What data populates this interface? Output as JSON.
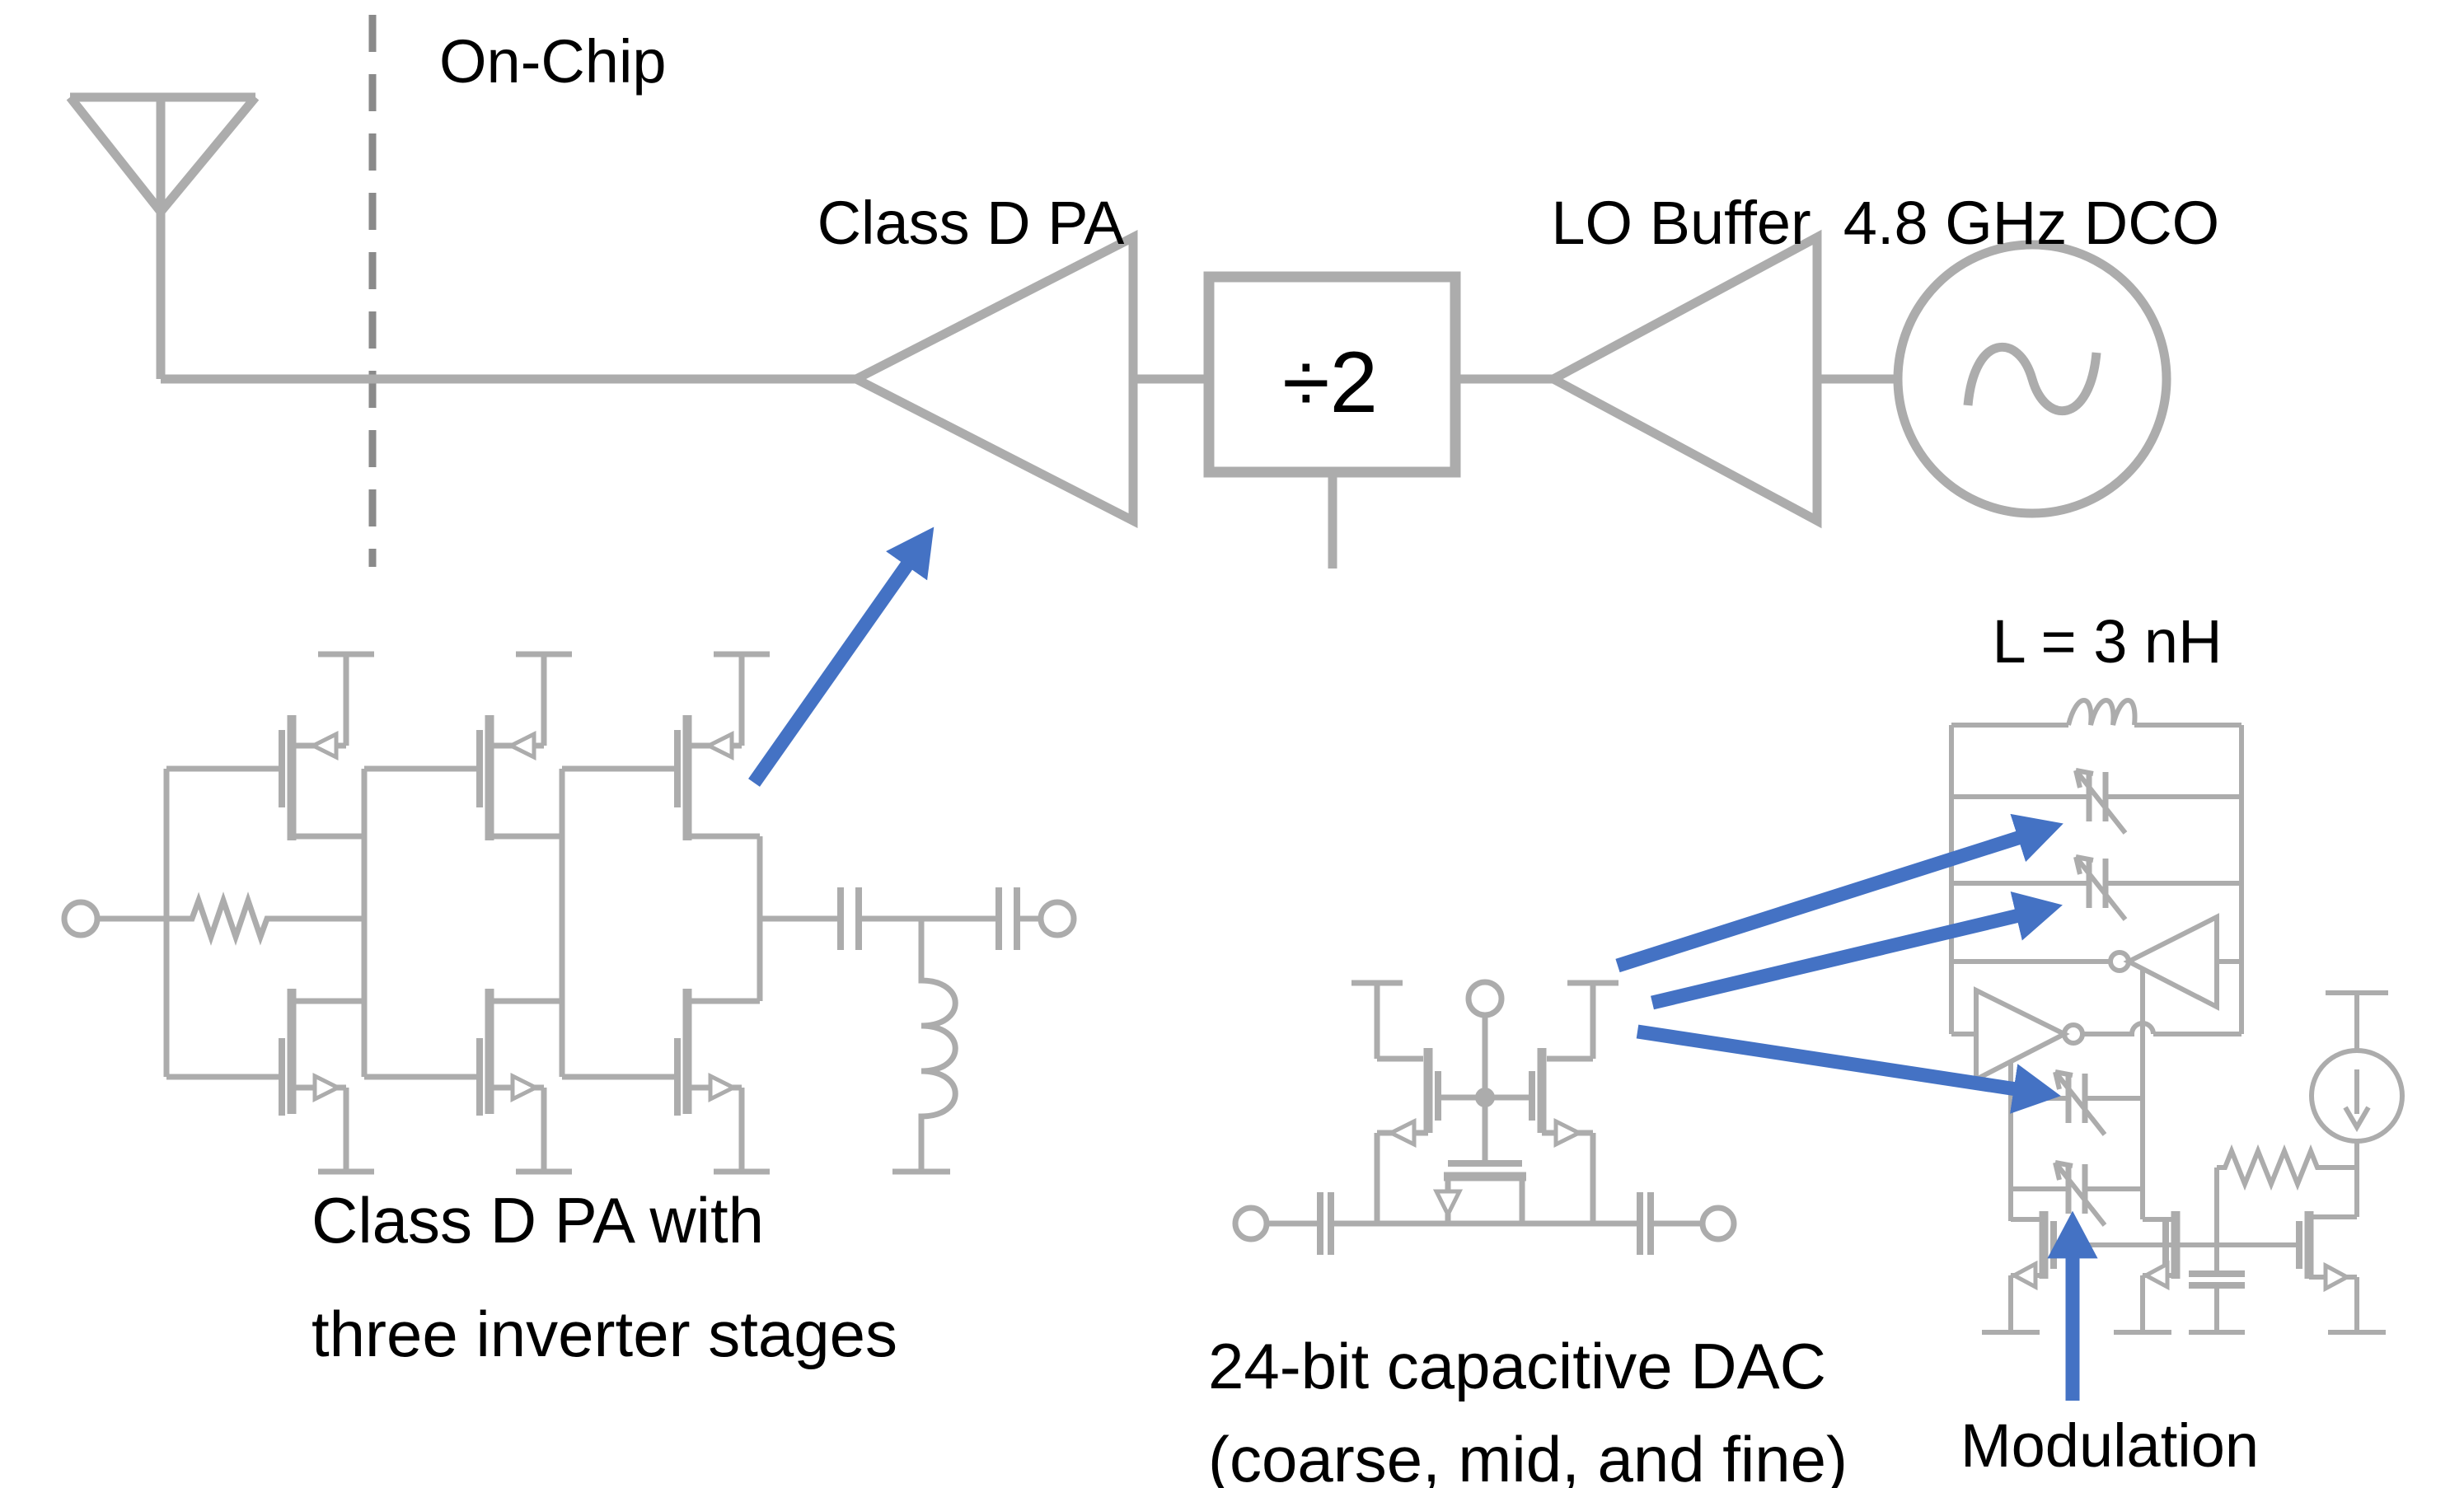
{
  "page": {
    "background": "#ffffff"
  },
  "colors": {
    "circuit_gray": "#ACACAC",
    "boundary_gray": "#8A8A8A",
    "arrow_blue": "#4472C4",
    "label_black": "#000000"
  },
  "block_diagram": {
    "boundary_label": "On-Chip",
    "pa_label": "Class D PA",
    "divider_label": "÷2",
    "lo_buffer_label": "LO Buffer",
    "dco_label": "4.8 GHz DCO"
  },
  "pa_schematic": {
    "caption_line1": "Class D PA with",
    "caption_line2": "three inverter stages"
  },
  "dac_schematic": {
    "caption_line1": "24-bit capacitive DAC",
    "caption_line2": "(coarse, mid, and fine)"
  },
  "dco_schematic": {
    "inductor_label": "L = 3 nH",
    "modulation_label": "Modulation"
  },
  "icons": {
    "antenna": "antenna-icon",
    "oscillator": "sine-source-icon",
    "varactor": "varactor-icon",
    "current_source": "current-source-icon",
    "ground": "ground-icon",
    "supply": "vdd-rail-icon"
  }
}
